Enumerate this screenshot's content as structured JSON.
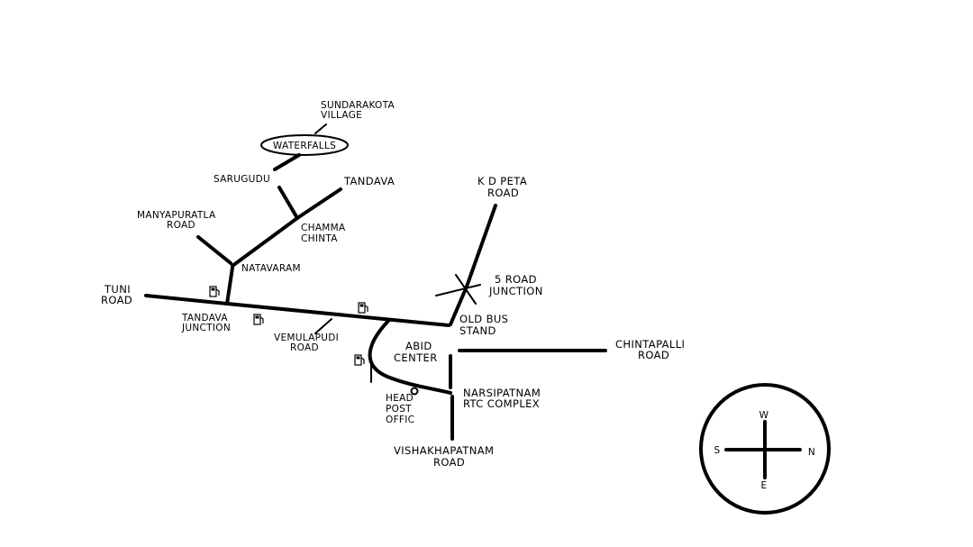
{
  "labels": {
    "sundarakota": [
      "SUNDARAKOTA",
      "VILLAGE"
    ],
    "waterfalls": "WATERFALLS",
    "sarugudu": "SARUGUDU",
    "tandava": "TANDAVA",
    "manyapuratla": [
      "MANYAPURATLA",
      "ROAD"
    ],
    "chamma_chinta": [
      "CHAMMA",
      "CHINTA"
    ],
    "natavaram": "NATAVARAM",
    "tuni_road": [
      "TUNI",
      "ROAD"
    ],
    "tandava_junction": [
      "TANDAVA",
      "JUNCTION"
    ],
    "vemulapudi_road": [
      "VEMULAPUDI",
      "ROAD"
    ],
    "kd_peta_road": [
      "K D PETA",
      "ROAD"
    ],
    "five_road_junction": [
      "5 ROAD",
      "JUNCTION"
    ],
    "old_bus_stand": [
      "OLD BUS",
      "STAND"
    ],
    "abid_center": [
      "ABID",
      "CENTER"
    ],
    "chintapalli_road": [
      "CHINTAPALLI",
      "ROAD"
    ],
    "head_post_office": [
      "HEAD",
      "POST",
      "OFFIC"
    ],
    "narsipatnam_rtc": [
      "NARSIPATNAM",
      "RTC COMPLEX"
    ],
    "vishakhapatnam_road": [
      "VISHAKHAPATNAM",
      "ROAD"
    ]
  },
  "compass": {
    "top": "W",
    "left": "S",
    "right": "N",
    "bottom": "E"
  },
  "icons": [
    "fuel-station-icon",
    "post-office-icon",
    "compass-rose-icon"
  ]
}
